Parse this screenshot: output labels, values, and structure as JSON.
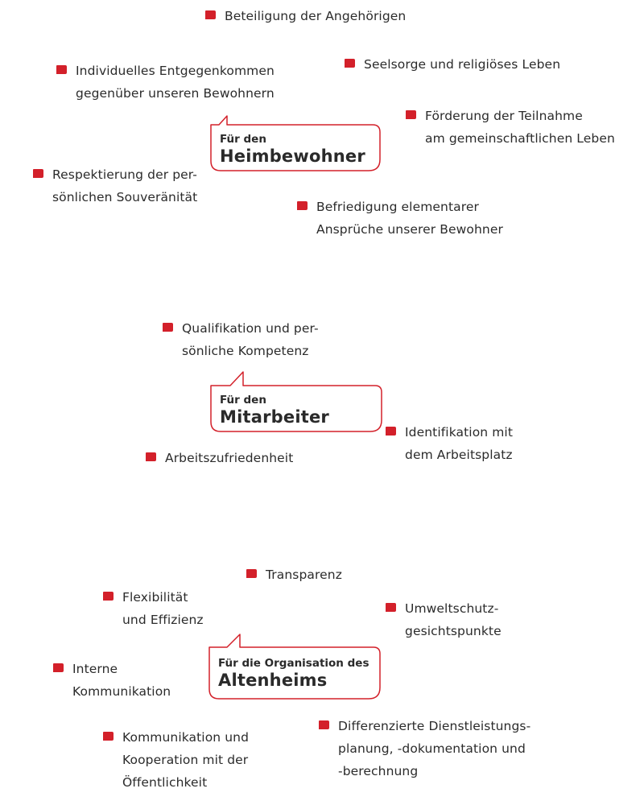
{
  "accent_color": "#d3202a",
  "bullet_icon": "red-speech-bubble",
  "sections": {
    "residents": {
      "heading_small": "Für den",
      "heading_large": "Heimbewohner",
      "items": [
        {
          "lines": [
            "Beteiligung der Angehörigen"
          ]
        },
        {
          "lines": [
            "Individuelles Entgegenkommen",
            "gegenüber unseren Bewohnern"
          ]
        },
        {
          "lines": [
            "Seelsorge und religiöses Leben"
          ]
        },
        {
          "lines": [
            "Förderung der Teilnahme",
            "am gemeinschaftlichen Leben"
          ]
        },
        {
          "lines": [
            "Respektierung der per-",
            "sönlichen Souveränität"
          ]
        },
        {
          "lines": [
            "Befriedigung elementarer",
            "Ansprüche unserer Bewohner"
          ]
        }
      ]
    },
    "staff": {
      "heading_small": "Für den",
      "heading_large": "Mitarbeiter",
      "items": [
        {
          "lines": [
            "Qualifikation und per-",
            "sönliche Kompetenz"
          ]
        },
        {
          "lines": [
            "Identifikation mit",
            "dem Arbeitsplatz"
          ]
        },
        {
          "lines": [
            "Arbeitszufriedenheit"
          ]
        }
      ]
    },
    "organisation": {
      "heading_small": "Für die Organisation des",
      "heading_large": "Altenheims",
      "items": [
        {
          "lines": [
            "Transparenz"
          ]
        },
        {
          "lines": [
            "Flexibilität",
            "und Effizienz"
          ]
        },
        {
          "lines": [
            "Umweltschutz-",
            "gesichtspunkte"
          ]
        },
        {
          "lines": [
            "Interne",
            "Kommunikation"
          ]
        },
        {
          "lines": [
            "Differenzierte Dienstleistungs-",
            "planung, -dokumentation und",
            "-berechnung"
          ]
        },
        {
          "lines": [
            "Kommunikation und",
            "Kooperation mit der",
            "Öffentlichkeit"
          ]
        }
      ]
    }
  }
}
